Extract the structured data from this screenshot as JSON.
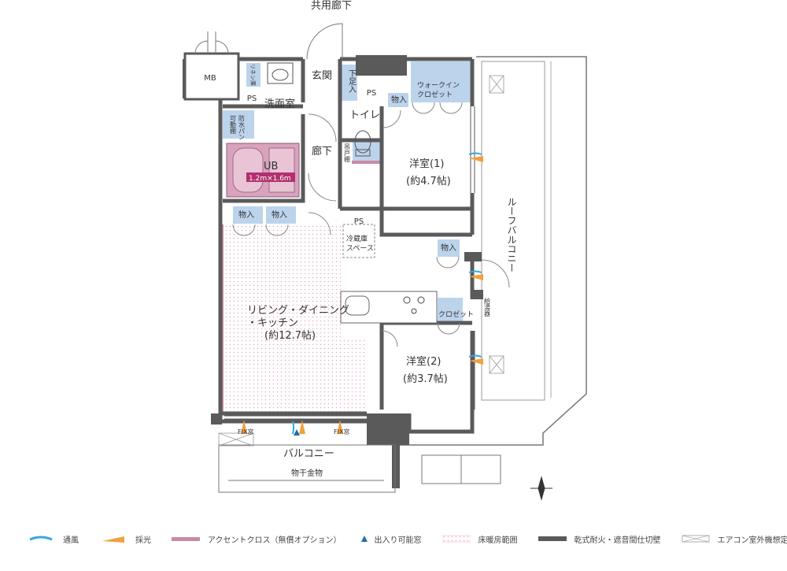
{
  "labels": {
    "corridor_shared": "共用廊下",
    "mb": "MB",
    "ps1": "PS",
    "ps2": "PS",
    "ps3": "PS",
    "linen": "リネン庫",
    "washroom": "洗面室",
    "waterproof_pan": "防水パン",
    "movable_shelf": "可動棚",
    "ub": "UB",
    "ub_size": "1.2m×1.6m",
    "entrance": "玄関",
    "shoe_box": "下足入",
    "toilet": "トイレ",
    "hanging_cabinet": "吊戸棚",
    "hallway": "廊下",
    "storage": "物入",
    "walk_in_closet": "ウォークイン\nクロゼット",
    "western_room1": "洋室(1)",
    "western_room1_size": "(約4.7帖)",
    "fridge_space": "冷蔵庫\nスペース",
    "ldk": "リビング・ダイニング\n・キッチン",
    "ldk_size": "(約12.7帖)",
    "closet": "クロゼット",
    "western_room2": "洋室(2)",
    "western_room2_size": "(約3.7帖)",
    "water_heater": "給湯器",
    "roof_balcony": "ルーフバルコニー",
    "fix_window_left": "FIX窓",
    "fix_window_right": "FIX窓",
    "balcony": "バルコニー",
    "clothes_hanger": "物干金物"
  },
  "legend": [
    {
      "icon": "ventilation-icon",
      "label": "通風"
    },
    {
      "icon": "daylight-icon",
      "label": "採光"
    },
    {
      "icon": "accent-cloth-icon",
      "label": "アクセントクロス（無償オプション）"
    },
    {
      "icon": "exit-window-icon",
      "label": "出入り可能窓"
    },
    {
      "icon": "floor-heating-icon",
      "label": "床暖房範囲"
    },
    {
      "icon": "fire-wall-icon",
      "label": "乾式耐火・遮音間仕切壁"
    },
    {
      "icon": "ac-unit-icon",
      "label": "エアコン室外機想定位置"
    }
  ],
  "colors": {
    "wall": "#5a5a5a",
    "accent_pink": "#c98aa7",
    "floor_heat": "#f1b9c6",
    "storage_blue": "#bcd3ec",
    "ventilation": "#37a7de",
    "daylight": "#f2a040",
    "ub_fill": "#d9a3bd"
  }
}
